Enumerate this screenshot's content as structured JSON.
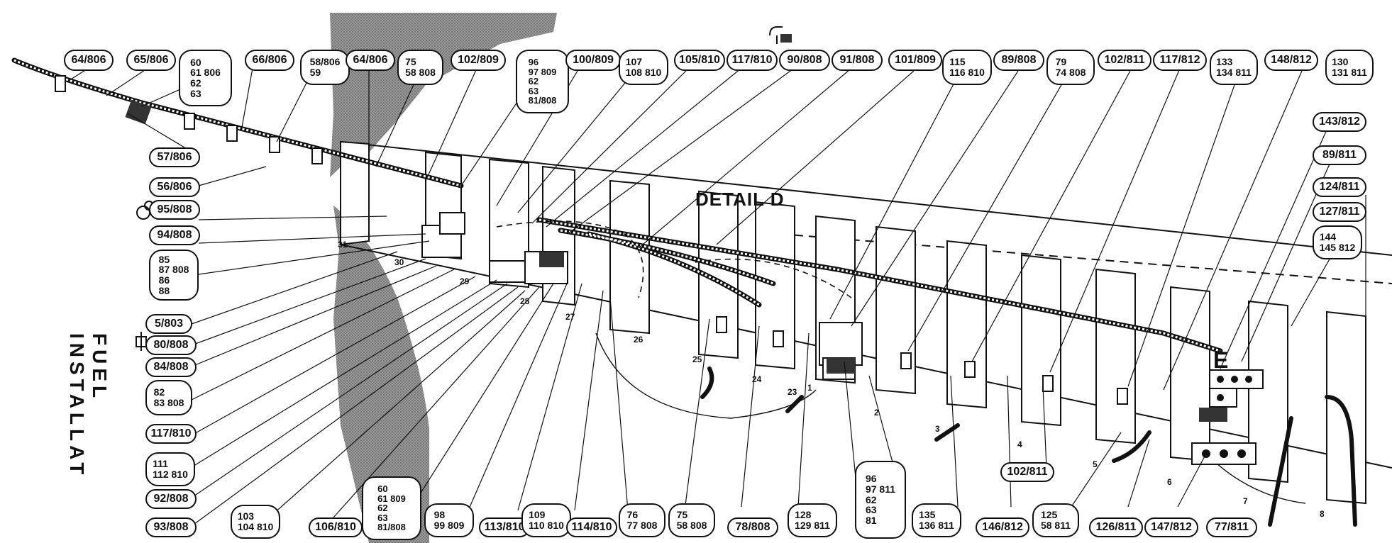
{
  "figure": {
    "title": "FUEL INSTALLAT",
    "detail_d": "DETAIL D",
    "detail_e": "E"
  },
  "refs": {
    "r64_806_a": "64/806",
    "r65_806": "65/806",
    "r60_806": "60\n61 806\n62\n63",
    "r66_806": "66/806",
    "r58_806": "58/806\n59",
    "r64_806_b": "64/806",
    "r75_808": "75\n58 808",
    "r102_809": "102/809",
    "r96_809": "96\n97 809\n62\n63\n81/808",
    "r100_809": "100/809",
    "r107_810": "107\n108 810",
    "r105_810": "105/810",
    "r117_810_a": "117/810",
    "r90_808": "90/808",
    "r91_808": "91/808",
    "r101_809": "101/809",
    "r115_810": "115\n116 810",
    "r89_808": "89/808",
    "r79_808": "79\n74 808",
    "r102_811_a": "102/811",
    "r117_812": "117/812",
    "r133_811": "133\n134 811",
    "r148_812": "148/812",
    "r130_811": "130\n131 811",
    "r143_812": "143/812",
    "r89_811": "89/811",
    "r124_811": "124/811",
    "r127_811": "127/811",
    "r144_812": "144\n145 812",
    "r57_806": "57/806",
    "r56_806": "56/806",
    "r95_808": "95/808",
    "r94_808": "94/808",
    "r85_808": "85\n87 808\n86\n88",
    "r5_803": "5/803",
    "r80_808": "80/808",
    "r84_808": "84/808",
    "r82_808": "82\n83 808",
    "r117_810_b": "117/810",
    "r111_810": "111\n112 810",
    "r92_808": "92/808",
    "r93_808": "93/808",
    "r103_810": "103\n104 810",
    "r106_810": "106/810",
    "r60_809": "60\n61 809\n62\n63\n81/808",
    "r98_809": "98\n99 809",
    "r113_810": "113/810",
    "r109_810": "109\n110 810",
    "r114_810": "114/810",
    "r76_808": "76\n77 808",
    "r75_808_b": "75\n58 808",
    "r78_808": "78/808",
    "r128_811": "128\n129 811",
    "r96_811": "96\n97 811\n62\n63\n81",
    "r135_811": "135\n136 811",
    "r146_812": "146/812",
    "r125_811": "125\n58 811",
    "r126_811": "126/811",
    "r147_812": "147/812",
    "r77_811": "77/811",
    "r102_811_b": "102/811"
  },
  "stations": [
    "31",
    "30",
    "29",
    "28",
    "27",
    "26",
    "25",
    "24",
    "23",
    "1",
    "2",
    "3",
    "4",
    "5",
    "6",
    "7",
    "8"
  ]
}
